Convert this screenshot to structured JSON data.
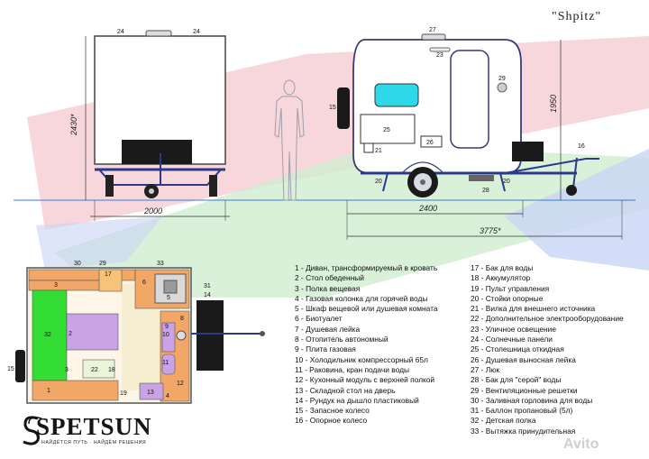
{
  "title": "\"Shpitz\"",
  "brand": {
    "name": "SPETSUN",
    "tagline": "НАЙДЁТСЯ ПУТЬ · НАЙДЁМ РЕШЕНИЯ"
  },
  "dimensions": {
    "rear_width": "2000",
    "rear_height": "2430*",
    "body_length": "2400",
    "total_length": "3775*",
    "side_height": "1950"
  },
  "rear_labels": {
    "a": "24",
    "b": "24"
  },
  "side_labels": {
    "l27": "27",
    "l23": "23",
    "l29": "29",
    "l15": "15",
    "l25": "25",
    "l21": "21",
    "l26": "26",
    "l20a": "20",
    "l20b": "20",
    "l28": "28",
    "l16": "16"
  },
  "plan_labels": {
    "l30": "30",
    "l29": "29",
    "l17": "17",
    "l33": "33",
    "l3a": "3",
    "l6": "6",
    "l8": "8",
    "l32": "32",
    "l2": "2",
    "l9": "9",
    "l10": "10",
    "l3b": "3",
    "l22": "22",
    "l18": "18",
    "l11": "11",
    "l19": "19",
    "l13": "13",
    "l12": "12",
    "l1": "1",
    "l4": "4",
    "l31": "31",
    "l14": "14",
    "l15": "15"
  },
  "legend_left": [
    "1 - Диван, трансформируемый в кровать",
    "2 - Стол обеденный",
    "3 - Полка вещевая",
    "4 - Газовая колонка для горячей воды",
    "5 - Шкаф вещевой или душевая комната",
    "6 - Биотуалет",
    "7 - Душевая лейка",
    "8 - Отопитель автономный",
    "9 - Плита газовая",
    "10 - Холодильник компрессорный 65л",
    "11 - Раковина, кран подачи воды",
    "12 - Кухонный модуль с верхней полкой",
    "13 - Складной стол на дверь",
    "14 - Рундук на дышло пластиковый",
    "15 - Запасное колесо",
    "16 - Опорное колесо"
  ],
  "legend_right": [
    "17 - Бак для воды",
    "18 - Аккумулятор",
    "19 - Пульт управления",
    "20 - Стойки опорные",
    "21 - Вилка для внешнего источника",
    "22 - Дополнительное электрооборудование",
    "23 - Уличное освещение",
    "24 - Солнечные панели",
    "25 - Столешница откидная",
    "26 - Душевая выносная лейка",
    "27 - Люк",
    "28 - Бак для \"серой\" воды",
    "29 - Вентиляционные решетки",
    "30 - Заливная горловина для воды",
    "31 - Баллон пропановый (5л)",
    "32 - Детская полка",
    "33 - Вытяжка принудительная"
  ],
  "watermark": "Avito",
  "colors": {
    "pink": "#f5c9d0",
    "green": "#cfeccf",
    "blue": "#c9d4f5",
    "violet": "#c9a3e6",
    "sofa": "#33dd33",
    "cabinet": "#f2a766"
  }
}
